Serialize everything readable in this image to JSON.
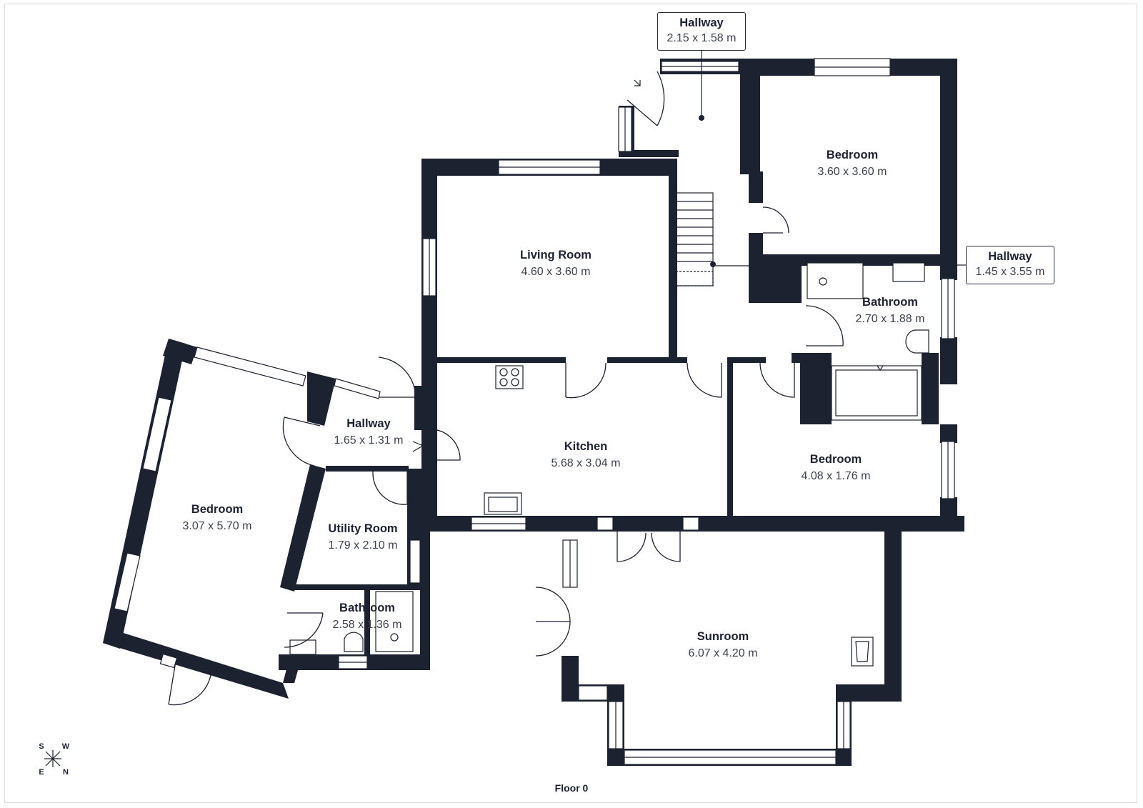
{
  "floor_label": "Floor 0",
  "compass": {
    "top_left": "S",
    "top_right": "W",
    "bottom_left": "E",
    "bottom_right": "N"
  },
  "callouts": [
    {
      "name": "Hallway",
      "dims": "2.15 x 1.58 m"
    },
    {
      "name": "Hallway",
      "dims": "1.45 x 3.55 m"
    }
  ],
  "rooms": {
    "bedroom_ne": {
      "name": "Bedroom",
      "dims": "3.60 x 3.60 m"
    },
    "living_room": {
      "name": "Living Room",
      "dims": "4.60 x 3.60 m"
    },
    "bathroom_main": {
      "name": "Bathroom",
      "dims": "2.70 x 1.88 m"
    },
    "hallway_west": {
      "name": "Hallway",
      "dims": "1.65 x 1.31 m"
    },
    "kitchen": {
      "name": "Kitchen",
      "dims": "5.68 x 3.04 m"
    },
    "bedroom_mid": {
      "name": "Bedroom",
      "dims": "4.08 x 1.76 m"
    },
    "bedroom_west": {
      "name": "Bedroom",
      "dims": "3.07 x 5.70 m"
    },
    "utility_room": {
      "name": "Utility Room",
      "dims": "1.79 x 2.10 m"
    },
    "bathroom_small": {
      "name": "Bathroom",
      "dims": "2.58 x 1.36 m"
    },
    "sunroom": {
      "name": "Sunroom",
      "dims": "6.07 x 4.20 m"
    }
  },
  "colors": {
    "wall": "#1c2230",
    "background": "#ffffff",
    "text": "#1c2230"
  }
}
